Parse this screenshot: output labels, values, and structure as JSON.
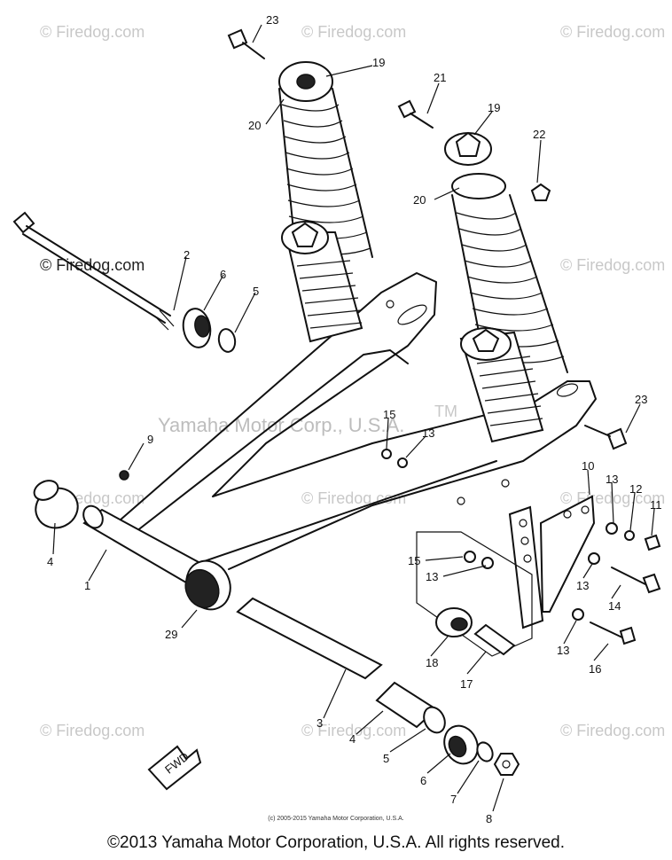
{
  "watermarks": {
    "firedog": "© Firedog.com",
    "brand": "Yamaha Motor Corp., U.S.A.",
    "tm": "TM"
  },
  "labels": {
    "l23a": "23",
    "l19a": "19",
    "l20a": "20",
    "l21": "21",
    "l19b": "19",
    "l22": "22",
    "l20b": "20",
    "l2": "2",
    "l6a": "6",
    "l5a": "5",
    "l23b": "23",
    "l15a": "15",
    "l13a": "13",
    "l9": "9",
    "l10": "10",
    "l13b": "13",
    "l12": "12",
    "l11": "11",
    "l4a": "4",
    "l1": "1",
    "l15b": "15",
    "l13c": "13",
    "l13d": "13",
    "l14": "14",
    "l29": "29",
    "l18": "18",
    "l17": "17",
    "l13e": "13",
    "l16": "16",
    "l3": "3",
    "l4b": "4",
    "l5b": "5",
    "l6b": "6",
    "l7": "7",
    "l8": "8"
  },
  "fwd_label": "FWD",
  "small_copyright": "(c) 2005-2015 Yamaha Motor Corporation, U.S.A.",
  "footer": "©2013 Yamaha Motor Corporation, U.S.A. All rights reserved."
}
